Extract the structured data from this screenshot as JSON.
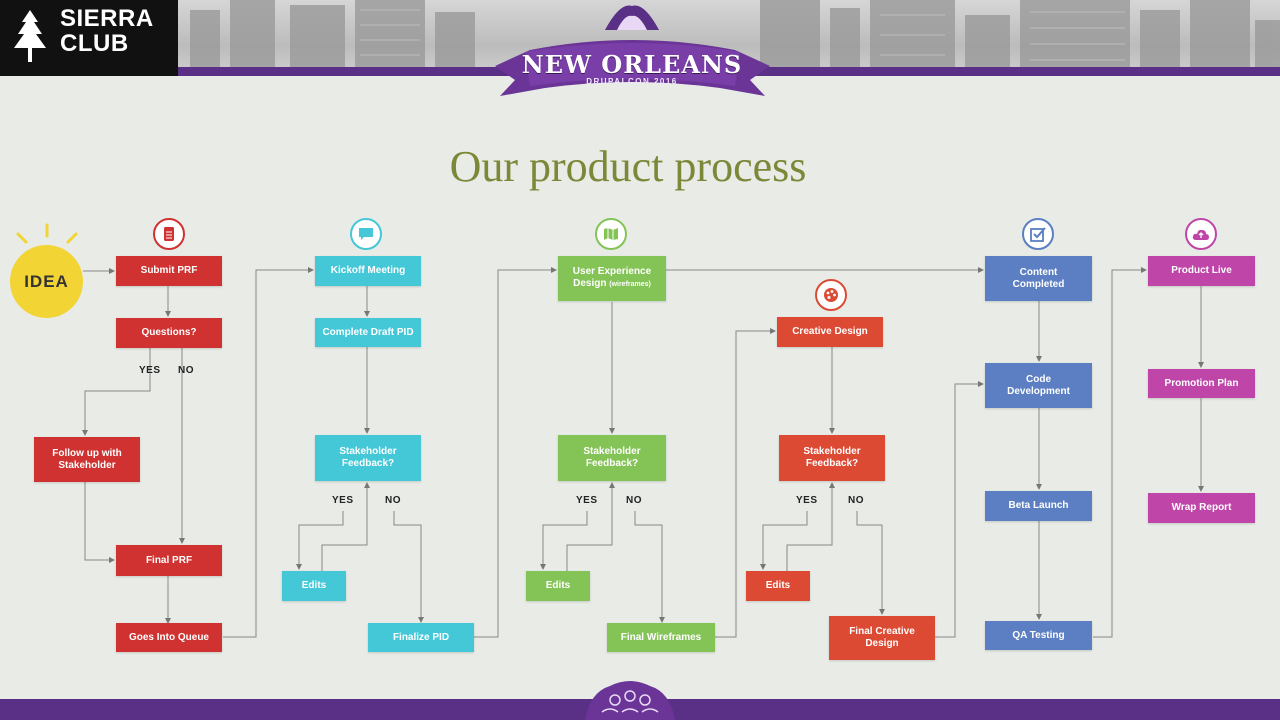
{
  "header": {
    "logo_line1": "SIERRA",
    "logo_line2": "CLUB",
    "banner_title": "NEW ORLEANS",
    "banner_subtitle": "DRUPALCON 2016"
  },
  "title": "Our product process",
  "idea": "IDEA",
  "colors": {
    "red": "#cf3230",
    "cyan": "#44c8d7",
    "green": "#84c356",
    "orange_red": "#dc4a34",
    "blue": "#5b7fc2",
    "magenta": "#bf46a8",
    "title": "#7c8838",
    "purple": "#5a2f86",
    "idea": "#f2d434"
  },
  "icons": [
    "document-icon",
    "chat-bubble-icon",
    "map-icon",
    "palette-icon",
    "checkbox-icon",
    "cloud-upload-icon"
  ],
  "col1": {
    "submit": "Submit PRF",
    "questions": "Questions?",
    "yes": "YES",
    "no": "NO",
    "follow_up": "Follow up with Stakeholder",
    "final_prf": "Final PRF",
    "queue": "Goes Into Queue"
  },
  "col2": {
    "kickoff": "Kickoff Meeting",
    "draft": "Complete Draft PID",
    "feedback": "Stakeholder Feedback?",
    "yes": "YES",
    "no": "NO",
    "edits": "Edits",
    "finalize": "Finalize PID"
  },
  "col3": {
    "ux_main": "User Experience Design",
    "ux_sub": "(wireframes)",
    "feedback": "Stakeholder Feedback?",
    "yes": "YES",
    "no": "NO",
    "edits": "Edits",
    "final": "Final Wireframes"
  },
  "col4": {
    "creative": "Creative Design",
    "feedback": "Stakeholder Feedback?",
    "yes": "YES",
    "no": "NO",
    "edits": "Edits",
    "final": "Final Creative Design"
  },
  "col5": {
    "content": "Content Completed",
    "code": "Code Development",
    "beta": "Beta Launch",
    "qa": "QA Testing"
  },
  "col6": {
    "live": "Product Live",
    "promo": "Promotion Plan",
    "wrap": "Wrap Report"
  }
}
